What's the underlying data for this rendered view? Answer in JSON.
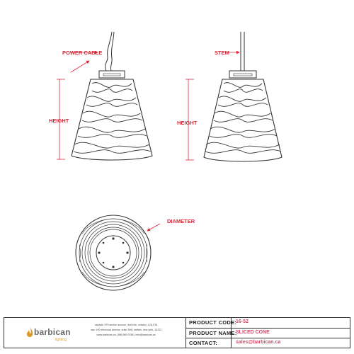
{
  "labels": {
    "power_cable": "POWER CABLE",
    "stem": "STEM",
    "height_left": "HEIGHT",
    "height_right": "HEIGHT",
    "diameter": "DIAMETER"
  },
  "colors": {
    "annotation": "#d9283a",
    "line": "#333333",
    "value": "#d64a6a",
    "logo_accent": "#d89b2b"
  },
  "title_block": {
    "logo": "barbican",
    "logo_sub": "lighting",
    "address_lines": [
      "canada: 979 sexton avenue | fort erie, ontario | L2A 5T6",
      "usa: 190 elmwood avenue, suite 396 | buffalo, new york, 14222",
      "www.barbican.ca | 866 869 5786 | info@barbican.ca"
    ],
    "rows": [
      {
        "label": "PRODUCT CODE:",
        "value": "16-52"
      },
      {
        "label": "PRODUCT NAME:",
        "value": "SLICED CONE"
      },
      {
        "label": "CONTACT:",
        "value": "sales@barbican.ca"
      }
    ]
  }
}
